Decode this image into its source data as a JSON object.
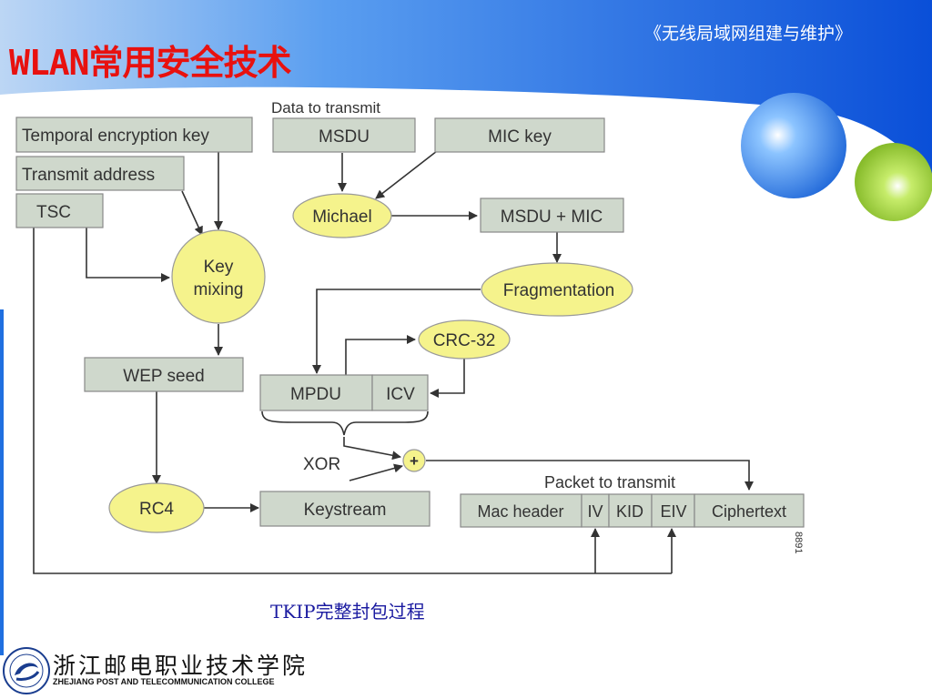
{
  "slide": {
    "title": "WLAN常用安全技术",
    "book_title": "《无线局域网组建与维护》",
    "caption": "TKIP完整封包过程"
  },
  "diagram": {
    "nodes": {
      "data_to_transmit": "Data to transmit",
      "temporal_key": "Temporal encryption key",
      "msdu": "MSDU",
      "mic_key": "MIC key",
      "transmit_address": "Transmit address",
      "tsc": "TSC",
      "michael": "Michael",
      "msdu_mic": "MSDU + MIC",
      "key_mixing_line1": "Key",
      "key_mixing_line2": "mixing",
      "fragmentation": "Fragmentation",
      "crc32": "CRC-32",
      "wep_seed": "WEP seed",
      "mpdu": "MPDU",
      "icv": "ICV",
      "xor": "XOR",
      "xor_symbol": "+",
      "packet_to_transmit": "Packet to transmit",
      "rc4": "RC4",
      "keystream": "Keystream",
      "mac_header": "Mac header",
      "iv": "IV",
      "kid": "KID",
      "eiv": "EIV",
      "ciphertext": "Ciphertext",
      "figure_id": "8891"
    },
    "colors": {
      "box_fill": "#cfd8cc",
      "oval_fill": "#f5f38c",
      "line": "#333333"
    }
  },
  "logo": {
    "college_cn": "浙江邮电职业技术学院",
    "college_en": "ZHEJIANG POST AND TELECOMMUNICATION COLLEGE"
  },
  "colors": {
    "title": "#e8110f",
    "banner": "#1f6fe0",
    "caption": "#1a1aa0",
    "bubble_blue": "#2f7de8",
    "bubble_green": "#8cc21f"
  }
}
